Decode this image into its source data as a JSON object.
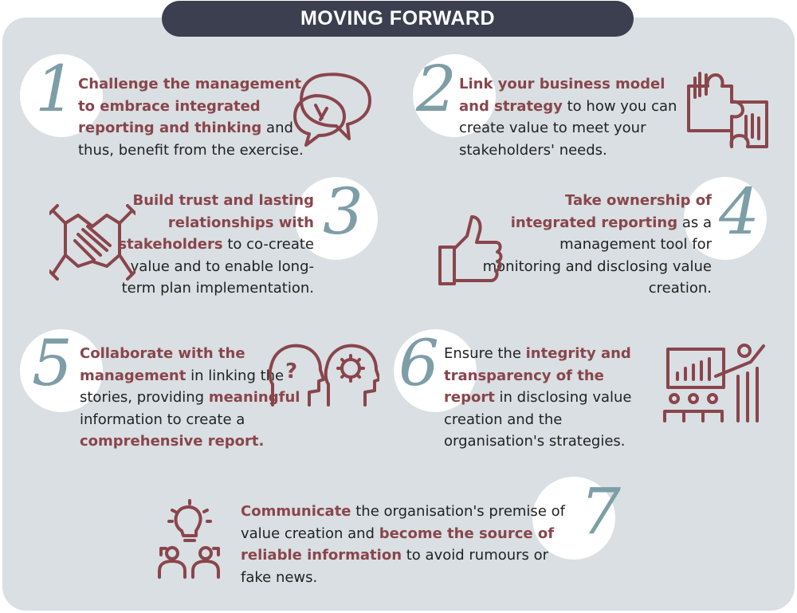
{
  "header": {
    "title": "MOVING FORWARD"
  },
  "items": [
    {
      "number": "1",
      "highlight1": "Challenge the management to embrace integrated reporting and thinking",
      "rest1": " and thus, benefit from the exercise.",
      "icon": "speech-bubbles-icon"
    },
    {
      "number": "2",
      "highlight1": "Link your business model and strategy",
      "rest1": " to how you can create value to meet your stakeholders' needs.",
      "icon": "puzzle-hands-icon"
    },
    {
      "number": "3",
      "highlight1": "Build trust and lasting relationships with stakeholders",
      "rest1": " to co-create value and to enable long-term plan implementation.",
      "icon": "handshake-icon"
    },
    {
      "number": "4",
      "highlight1": "Take ownership of integrated reporting",
      "rest1": " as a management tool for monitoring and disclosing value creation.",
      "icon": "thumbs-up-icon"
    },
    {
      "number": "5",
      "highlight1": "Collaborate with the management",
      "rest1": " in linking the stories, providing ",
      "highlight2": "meaningful",
      "rest2": " information to create a ",
      "highlight3": "comprehensive report.",
      "icon": "thinking-heads-icon"
    },
    {
      "number": "6",
      "plain0": "Ensure the ",
      "highlight1": "integrity and transparency of the report",
      "rest1": " in disclosing value creation and the organisation's strategies.",
      "icon": "presentation-icon"
    },
    {
      "number": "7",
      "highlight1": "Communicate",
      "rest1": " the organisation's premise of value creation and ",
      "highlight2": "become the source of reliable information",
      "rest2": " to avoid rumours or fake news.",
      "icon": "idea-people-icon"
    }
  ],
  "colors": {
    "panel": "#d9dfe2",
    "title_bar": "#3b3f50",
    "accent": "#8a454c",
    "numeral": "#7e9ea7",
    "text": "#222222"
  }
}
